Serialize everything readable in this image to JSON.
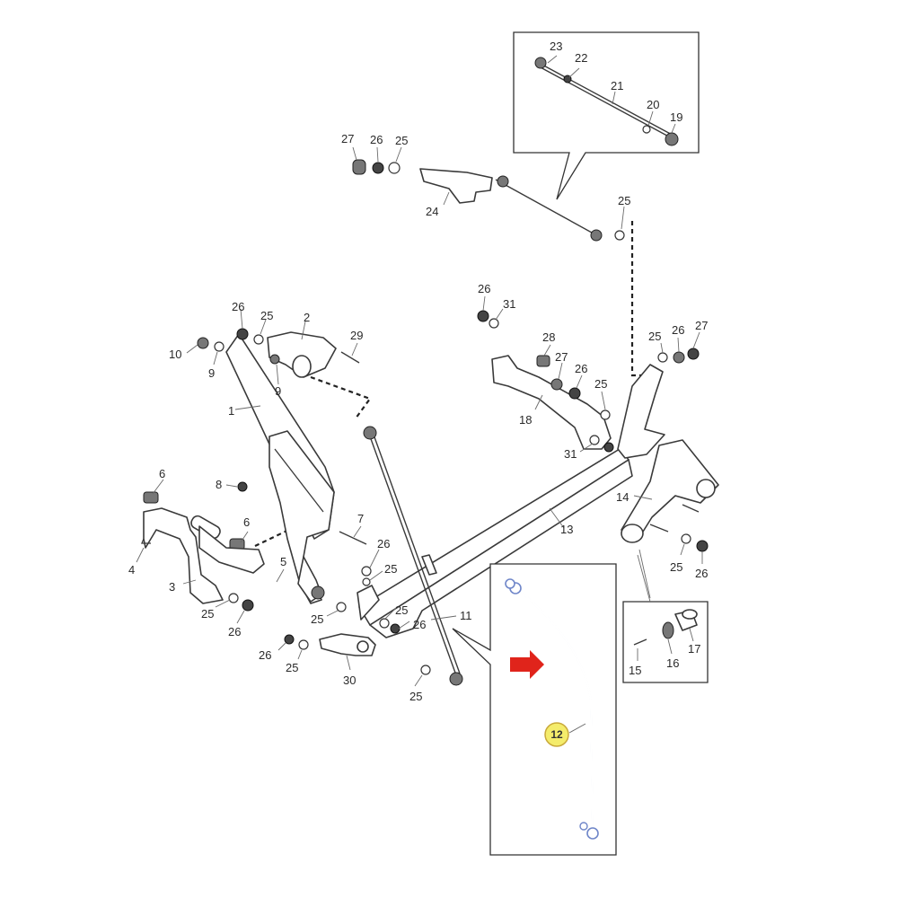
{
  "figure": {
    "highlight": {
      "label": "12",
      "fill": "#f4ec6b",
      "stroke": "#c9a93a"
    },
    "arrow_color": "#e0241b",
    "highlight_part_color": "#6f86c9",
    "callouts": [
      {
        "id": "c23",
        "text": "23"
      },
      {
        "id": "c22",
        "text": "22"
      },
      {
        "id": "c21",
        "text": "21"
      },
      {
        "id": "c20",
        "text": "20"
      },
      {
        "id": "c19",
        "text": "19"
      },
      {
        "id": "c27a",
        "text": "27"
      },
      {
        "id": "c26a",
        "text": "26"
      },
      {
        "id": "c25a",
        "text": "25"
      },
      {
        "id": "c24",
        "text": "24"
      },
      {
        "id": "c25b",
        "text": "25"
      },
      {
        "id": "c26b",
        "text": "26"
      },
      {
        "id": "c25c",
        "text": "25"
      },
      {
        "id": "c2",
        "text": "2"
      },
      {
        "id": "c29",
        "text": "29"
      },
      {
        "id": "c10",
        "text": "10"
      },
      {
        "id": "c9a",
        "text": "9"
      },
      {
        "id": "c9b",
        "text": "9"
      },
      {
        "id": "c1",
        "text": "1"
      },
      {
        "id": "c26c",
        "text": "26"
      },
      {
        "id": "c31a",
        "text": "31"
      },
      {
        "id": "c28",
        "text": "28"
      },
      {
        "id": "c27b",
        "text": "27"
      },
      {
        "id": "c26d",
        "text": "26"
      },
      {
        "id": "c25d",
        "text": "25"
      },
      {
        "id": "c18",
        "text": "18"
      },
      {
        "id": "c31b",
        "text": "31"
      },
      {
        "id": "c25e",
        "text": "25"
      },
      {
        "id": "c26e",
        "text": "26"
      },
      {
        "id": "c27c",
        "text": "27"
      },
      {
        "id": "c14",
        "text": "14"
      },
      {
        "id": "c13",
        "text": "13"
      },
      {
        "id": "c6a",
        "text": "6"
      },
      {
        "id": "c8",
        "text": "8"
      },
      {
        "id": "c6b",
        "text": "6"
      },
      {
        "id": "c4",
        "text": "4"
      },
      {
        "id": "c3",
        "text": "3"
      },
      {
        "id": "c5",
        "text": "5"
      },
      {
        "id": "c7",
        "text": "7"
      },
      {
        "id": "c26f",
        "text": "26"
      },
      {
        "id": "c25f",
        "text": "25"
      },
      {
        "id": "c25g",
        "text": "25"
      },
      {
        "id": "c26g",
        "text": "26"
      },
      {
        "id": "c25h",
        "text": "25"
      },
      {
        "id": "c25i",
        "text": "25"
      },
      {
        "id": "c26h",
        "text": "26"
      },
      {
        "id": "c11",
        "text": "11"
      },
      {
        "id": "c26i",
        "text": "26"
      },
      {
        "id": "c25j",
        "text": "25"
      },
      {
        "id": "c30",
        "text": "30"
      },
      {
        "id": "c25k",
        "text": "25"
      },
      {
        "id": "c25l",
        "text": "25"
      },
      {
        "id": "c26j",
        "text": "26"
      },
      {
        "id": "c15",
        "text": "15"
      },
      {
        "id": "c16",
        "text": "16"
      },
      {
        "id": "c17",
        "text": "17"
      }
    ]
  }
}
